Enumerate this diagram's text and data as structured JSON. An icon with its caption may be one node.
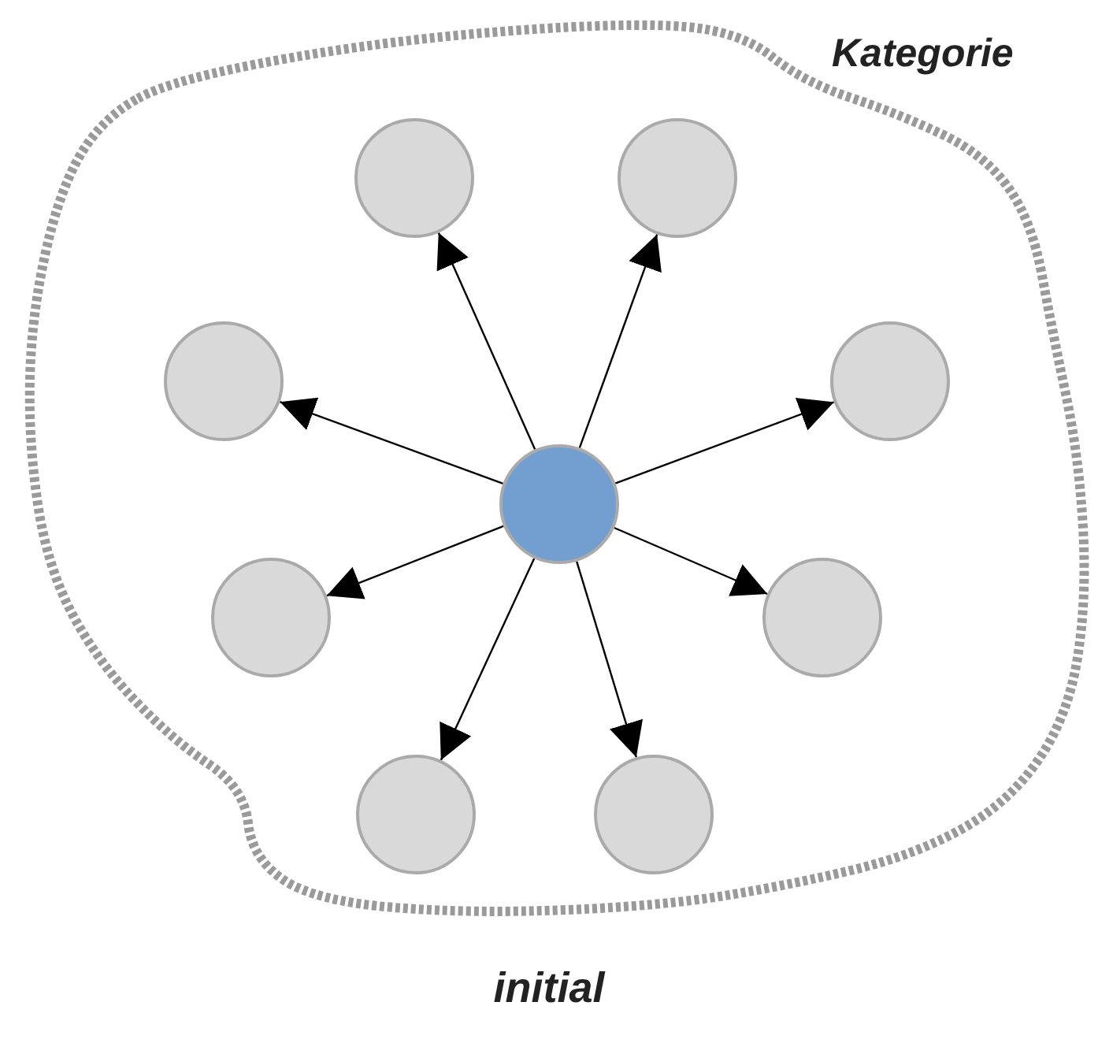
{
  "diagram": {
    "caption": "initial",
    "nodes": [
      {
        "text": [
          "Kategorie"
        ]
      },
      {
        "text": [],
        "shape": "circle",
        "in": 0
      },
      {
        "text": [],
        "shape": "circle",
        "in": 0
      },
      {
        "text": [],
        "shape": "circle",
        "in": 0
      },
      {
        "text": [],
        "shape": "circle",
        "in": 0
      },
      {
        "text": [],
        "shape": "circle",
        "in": 0
      },
      {
        "text": [],
        "shape": "circle",
        "in": 0
      },
      {
        "text": [],
        "shape": "circle",
        "in": 0
      },
      {
        "text": [],
        "shape": "circle",
        "in": 0
      },
      {
        "text": [],
        "shape": "circle",
        "in": 0
      }
    ],
    "edges": [
      {
        "from": 1,
        "to": 2,
        "arrow": "to"
      },
      {
        "from": 1,
        "to": 3,
        "arrow": "to"
      },
      {
        "from": 1,
        "to": 4,
        "arrow": "to"
      },
      {
        "from": 1,
        "to": 5,
        "arrow": "to"
      },
      {
        "from": 1,
        "to": 6,
        "arrow": "to"
      },
      {
        "from": 1,
        "to": 7,
        "arrow": "to"
      },
      {
        "from": 1,
        "to": 8,
        "arrow": "to"
      },
      {
        "from": 1,
        "to": 9,
        "arrow": "to"
      }
    ]
  }
}
